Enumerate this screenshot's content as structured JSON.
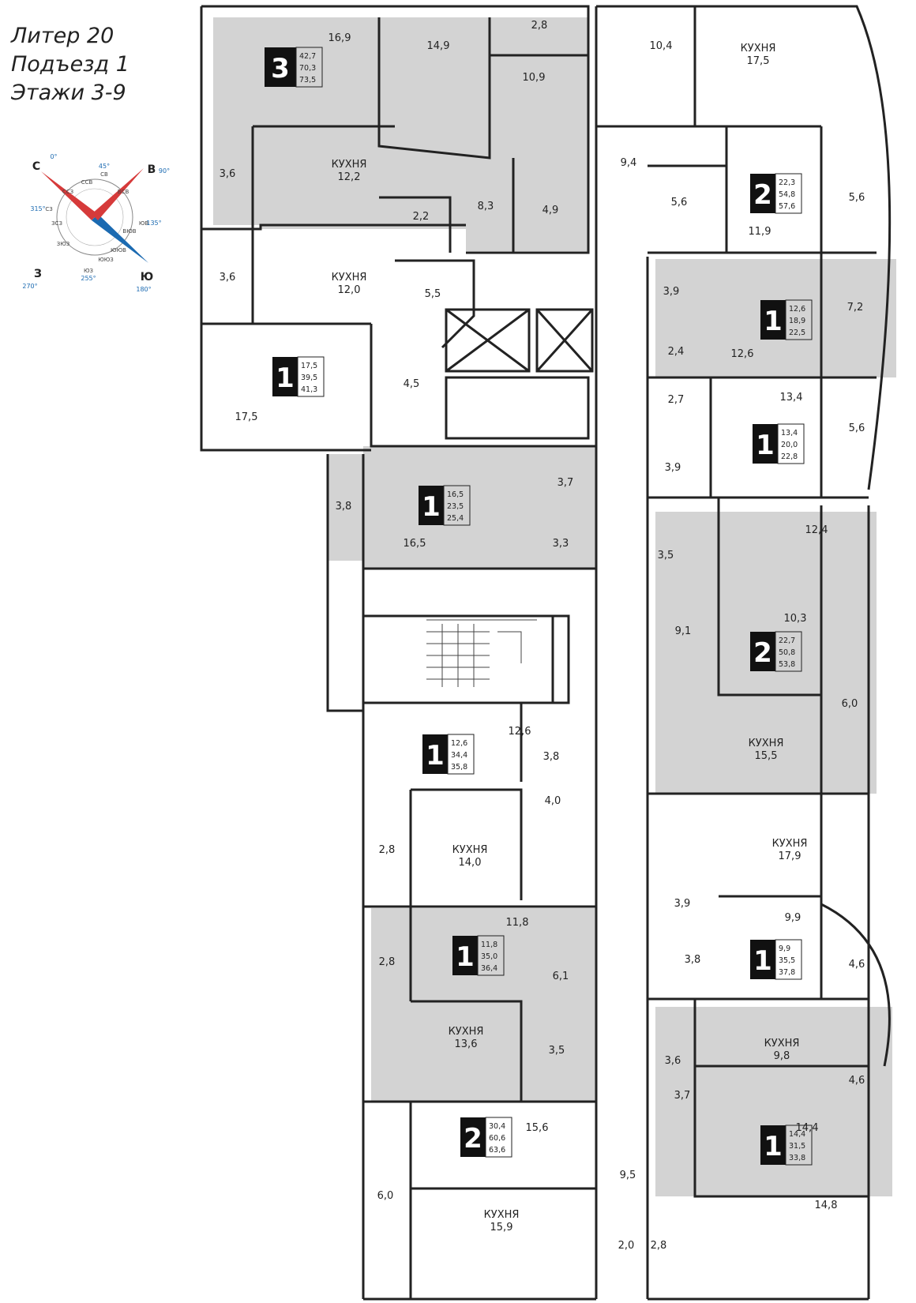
{
  "header": {
    "liter": "Литер 20",
    "entrance": "Подъезд 1",
    "floors": "Этажи 3-9"
  },
  "compass": {
    "major": [
      {
        "letter": "С",
        "deg": "0°"
      },
      {
        "letter": "В",
        "deg": "90°"
      },
      {
        "letter": "Ю",
        "deg": "180°"
      },
      {
        "letter": "З",
        "deg": "270°"
      }
    ],
    "intermediate": [
      {
        "letter": "СВ",
        "deg": "45°"
      },
      {
        "letter": "ЮВ",
        "deg": "135°"
      },
      {
        "letter": "ЮЗ",
        "deg": "255°"
      },
      {
        "letter": "СЗ",
        "deg": "315°"
      }
    ],
    "minor": [
      "ССВ",
      "ВСВ",
      "ВЮВ",
      "ЮЮВ",
      "ЮЮЗ",
      "ЗЮЗ",
      "ЗСЗ",
      "ССЗ"
    ],
    "colors": {
      "north": "#d63a3a",
      "south": "#1b6ab1"
    }
  },
  "kitchen_label": "КУХНЯ",
  "apartments": [
    {
      "rooms": "3",
      "living": "42,7",
      "total": "70,3",
      "total_with_balcony": "73,5"
    },
    {
      "rooms": "1",
      "living": "17,5",
      "total": "39,5",
      "total_with_balcony": "41,3"
    },
    {
      "rooms": "1",
      "living": "16,5",
      "total": "23,5",
      "total_with_balcony": "25,4"
    },
    {
      "rooms": "1",
      "living": "12,6",
      "total": "34,4",
      "total_with_balcony": "35,8"
    },
    {
      "rooms": "1",
      "living": "11,8",
      "total": "35,0",
      "total_with_balcony": "36,4"
    },
    {
      "rooms": "2",
      "living": "30,4",
      "total": "60,6",
      "total_with_balcony": "63,6"
    },
    {
      "rooms": "2",
      "living": "22,3",
      "total": "54,8",
      "total_with_balcony": "57,6"
    },
    {
      "rooms": "1",
      "living": "12,6",
      "total": "18,9",
      "total_with_balcony": "22,5"
    },
    {
      "rooms": "1",
      "living": "13,4",
      "total": "20,0",
      "total_with_balcony": "22,8"
    },
    {
      "rooms": "2",
      "living": "22,7",
      "total": "50,8",
      "total_with_balcony": "53,8"
    },
    {
      "rooms": "1",
      "living": "9,9",
      "total": "35,5",
      "total_with_balcony": "37,8"
    },
    {
      "rooms": "1",
      "living": "14,4",
      "total": "31,5",
      "total_with_balcony": "33,8"
    }
  ],
  "kitchens": [
    "12,2",
    "12,0",
    "14,0",
    "13,6",
    "15,9",
    "17,5",
    "15,5",
    "17,9",
    "9,8"
  ],
  "rooms": [
    "16,9",
    "14,9",
    "2,8",
    "10,9",
    "3,6",
    "8,3",
    "2,2",
    "4,9",
    "3,6",
    "5,5",
    "4,5",
    "17,5",
    "3,8",
    "16,5",
    "3,7",
    "3,3",
    "12,6",
    "3,8",
    "4,0",
    "2,8",
    "11,8",
    "2,8",
    "6,1",
    "3,5",
    "15,6",
    "6,0",
    "9,5",
    "2,0",
    "2,8",
    "10,4",
    "9,4",
    "5,6",
    "11,9",
    "5,6",
    "3,9",
    "7,2",
    "2,4",
    "12,6",
    "2,7",
    "13,4",
    "5,6",
    "3,9",
    "12,4",
    "3,5",
    "9,1",
    "10,3",
    "6,0",
    "3,9",
    "9,9",
    "4,6",
    "3,8",
    "3,6",
    "3,7",
    "4,6",
    "14,4",
    "14,8"
  ]
}
